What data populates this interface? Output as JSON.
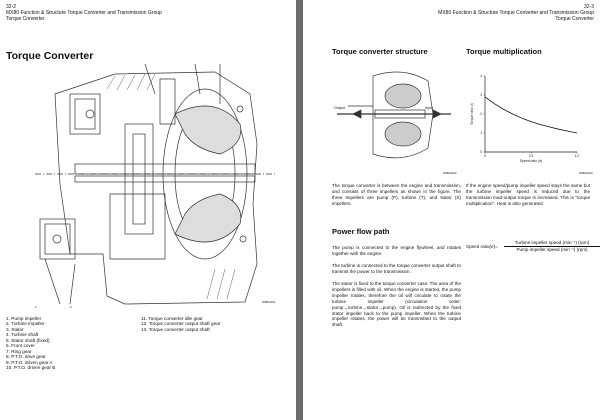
{
  "left_page": {
    "page_number": "32-2",
    "header_line1": "MX80 Function & Structure Torque Converter and Transmission Group",
    "header_line2": "Torque Converter",
    "title": "Torque Converter",
    "figure_callout_1": "1",
    "figure_callout_2": "2",
    "figure_id": "W80G001",
    "legend_left": [
      "1. Pump impeller",
      "2. Turbine impeller",
      "3. Stator",
      "4. Turbine shaft",
      "5. Stator shaft (fixed)",
      "6. Front cover",
      "7. Ring gear",
      "8. P.T.O. drive gear",
      "9. P.T.O. driven gear A",
      "10. P.T.O. driven gear B"
    ],
    "legend_right": [
      "11. Torque converter idle gear",
      "12. Torque converter output shaft gear",
      "13. Torque converter output shaft"
    ]
  },
  "right_page": {
    "page_number": "32-3",
    "header_line1": "MX80 Function & Structure Torque Converter and Transmission Group",
    "header_line2": "Torque Converter",
    "section1_title": "Torque converter structure",
    "section2_title": "Torque multiplication",
    "fig_label_output": "Output",
    "fig_label_input": "Input",
    "fig1_id": "W80G002",
    "fig2_id": "W80G003",
    "structure_text": "The torque converter is between the engine and transmission, and consists of three impellers as shown in the figure. The three impellers are pump (P), turbine (T), and stator (S) impellers.",
    "section3_title": "Power flow path",
    "power_text_1": "The pump is connected to the engine flywheel, and rotates together with the engine.",
    "power_text_2": "The turbine is connected to the torque converter output shaft to transmit the power to the transmission.",
    "power_text_3": "The stator is fixed to the torque converter case. The area of the impellers is filled with oil. When the engine is started, the pump impeller rotates, therefore the oil will circulate to rotate the turbine impeller (circulation order: pump→turbine→stator→pump). Oil is redirected by the fixed stator impeller back to the pump impeller. When the turbine impeller rotates, the power will be transmitted to the output shaft.",
    "mult_text": "If the engine speed/pump impeller speed stays the same but the turbine impeller speed is reduced due to the transmission load-output torque is increased. This is \"torque multiplication\". Heat is also generated.",
    "formula_label": "Speed ratio(e)=",
    "formula_numerator": "Turbine impeller speed (min⁻¹) (rpm)",
    "formula_denominator": "Pump impeller speed (min⁻¹) (rpm)"
  },
  "chart_data": {
    "type": "line",
    "title": "",
    "xlabel": "Speed ratio (e)",
    "ylabel": "Torque ratio (t)",
    "xlim": [
      0,
      1.0
    ],
    "ylim": [
      0,
      4
    ],
    "x_ticks": [
      "0",
      "0.5",
      "1.0"
    ],
    "y_ticks": [
      "0",
      "1",
      "2",
      "3",
      "4"
    ],
    "grid": false,
    "series": [
      {
        "x": [
          0,
          0.1,
          0.2,
          0.3,
          0.4,
          0.5,
          0.6,
          0.7,
          0.8,
          0.9,
          1.0
        ],
        "y": [
          2.9,
          2.55,
          2.25,
          2.0,
          1.78,
          1.6,
          1.45,
          1.32,
          1.2,
          1.1,
          1.0
        ]
      }
    ]
  }
}
